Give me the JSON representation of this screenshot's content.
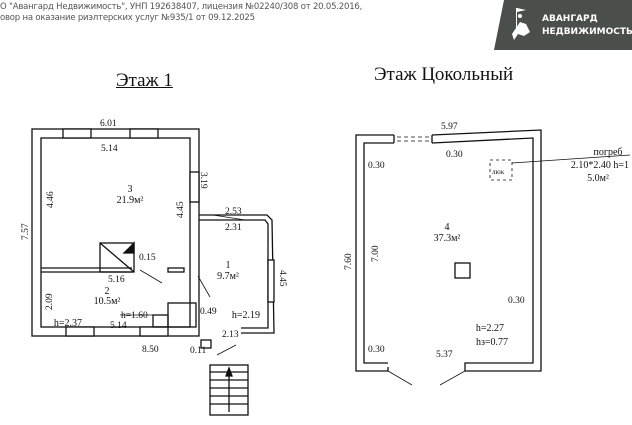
{
  "header": {
    "line1": "О \"Авангард Недвижимость\", УНП 192638407, лицензия №02240/308 от 20.05.2016,",
    "line2": "овор на оказание риэлтерских услуг №935/1 от 09.12.2025"
  },
  "logo": {
    "line1": "АВАНГАРД",
    "line2": "НЕДВИЖИМОСТЬ",
    "bg_color": "#4a4f4c"
  },
  "floor1": {
    "title": "Этаж 1",
    "dims": {
      "top_outer": "6.01",
      "top_inner": "5.14",
      "left_outer": "7.57",
      "left_room3": "4.46",
      "right_room3_window": "3.19",
      "right_room3_inner": "4.45",
      "partition": "5.16",
      "partition_thk": "0.15",
      "left_room2": "2.09",
      "bottom_inner": "5.14",
      "bottom_outer": "8.50",
      "room1_top_outer": "2.53",
      "room1_top_inner": "2.31",
      "room1_right": "4.45",
      "wall_049": "0.49",
      "room1_bottom": "2.13",
      "step": "0.11",
      "stair_h": "h=1.60"
    },
    "rooms": [
      {
        "num": "3",
        "area": "21.9м²"
      },
      {
        "num": "2",
        "area": "10.5м²",
        "height": "h=2.37"
      },
      {
        "num": "1",
        "area": "9.7м²",
        "height": "h=2.19"
      }
    ]
  },
  "basement": {
    "title": "Этаж Цокольный",
    "dims": {
      "top": "5.97",
      "top_wall": "0.30",
      "left_wall": "0.30",
      "left_outer": "7.60",
      "left_inner": "7.00",
      "right_wall": "0.30",
      "bottom_wall": "0.30",
      "bottom": "5.37"
    },
    "room": {
      "num": "4",
      "area": "37.3м²",
      "height": "h=2.27",
      "height_z": "hз=0.77"
    },
    "cellar": {
      "label": "погреб",
      "size": "2.10*2.40 h=1",
      "area": "5.0м²",
      "hatch": "люк"
    }
  }
}
